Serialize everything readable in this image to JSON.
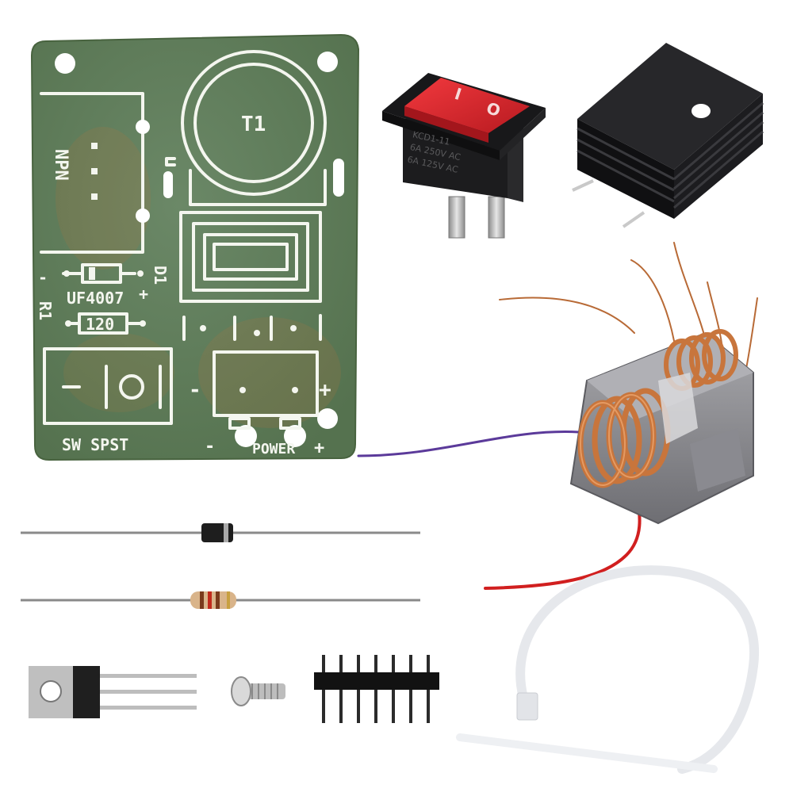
{
  "pcb": {
    "labels": {
      "transformer": "T1",
      "transistor": "NPN",
      "diode_ref": "D1",
      "diode_part": "UF4007",
      "resistor_ref": "R1",
      "resistor_value": "120",
      "switch": "SW SPST",
      "power": "POWER",
      "plus": "+",
      "minus": "-"
    }
  },
  "rocker_switch": {
    "marking_line1": "KCD1-11",
    "marking_line2": "6A 250V AC",
    "marking_line3": "6A 125V AC",
    "on_symbol": "I",
    "off_symbol": "O"
  },
  "colors": {
    "pcb_green": "#5f7d5c",
    "silkscreen": "#f4f6ef",
    "switch_red": "#d8242b",
    "heatsink_black": "#1c1c1e",
    "copper": "#c8753c",
    "wire_purple": "#5b3a9a",
    "wire_red": "#d11f1f"
  }
}
